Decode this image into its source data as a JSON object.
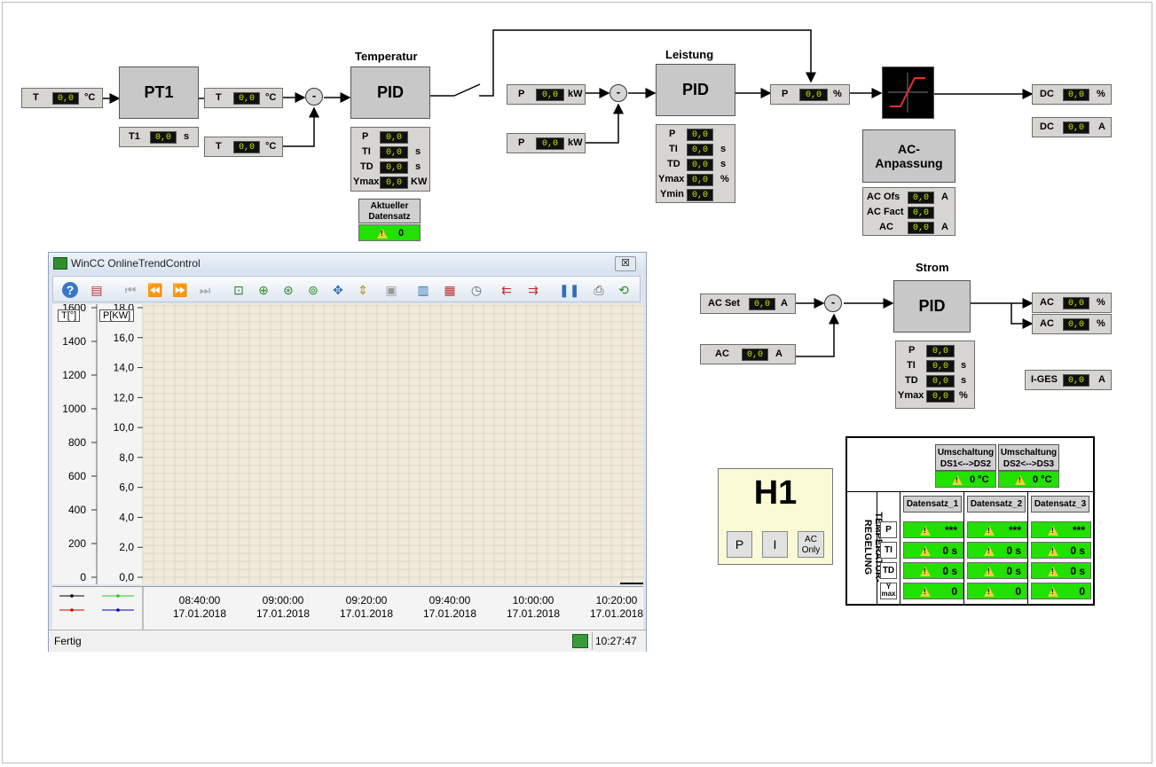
{
  "headings": {
    "temperatur": "Temperatur",
    "leistung": "Leistung",
    "strom": "Strom"
  },
  "common": {
    "val": "0,0",
    "deg": "°C",
    "s": "s",
    "kw": "kW",
    "KW": "KW",
    "pct": "%",
    "amp": "A",
    "minus": "-",
    "pid": "PID"
  },
  "input_t": {
    "label": "T"
  },
  "pt1": {
    "title": "PT1",
    "t1": "T1"
  },
  "tout1": {
    "label": "T"
  },
  "tout2": {
    "label": "T"
  },
  "pid_temp": {
    "p": "P",
    "ti": "TI",
    "td": "TD",
    "ymax": "Ymax"
  },
  "aktueller": {
    "label": "Aktueller Datensatz",
    "value": "0"
  },
  "p_in1": {
    "label": "P"
  },
  "p_in2": {
    "label": "P"
  },
  "pid_leistung": {
    "p": "P",
    "ti": "TI",
    "td": "TD",
    "ymax": "Ymax",
    "ymin": "Ymin"
  },
  "p_out": {
    "label": "P"
  },
  "dc1": {
    "label": "DC",
    "unit": "%"
  },
  "dc2": {
    "label": "DC",
    "unit": "A"
  },
  "ac_anpassung": {
    "title": "AC-\nAnpassung",
    "ofs": "AC Ofs",
    "fact": "AC Fact",
    "ac": "AC"
  },
  "ac_set": {
    "label": "AC Set"
  },
  "ac_in": {
    "label": "AC"
  },
  "pid_strom": {
    "p": "P",
    "ti": "TI",
    "td": "TD",
    "ymax": "Ymax"
  },
  "ac_out1": {
    "label": "AC"
  },
  "ac_out2": {
    "label": "AC"
  },
  "iges": {
    "label": "I-GES"
  },
  "trend": {
    "title": "WinCC OnlineTrendControl",
    "y1_label": "T[°]",
    "y2_label": "P[KW]",
    "y1_ticks": [
      "1600",
      "1400",
      "1200",
      "1000",
      "800",
      "600",
      "400",
      "200",
      "0"
    ],
    "y2_ticks": [
      "18,0",
      "16,0",
      "14,0",
      "12,0",
      "10,0",
      "8,0",
      "6,0",
      "4,0",
      "2,0",
      "0,0"
    ],
    "x_times": [
      "08:40:00",
      "09:00:00",
      "09:20:00",
      "09:40:00",
      "10:00:00",
      "10:20:00"
    ],
    "x_date": "17.01.2018",
    "status": "Fertig",
    "clock": "10:27:47",
    "close": "☒"
  },
  "h1": {
    "title": "H1",
    "btn_p": "P",
    "btn_i": "I",
    "btn_ac": "AC\nOnly"
  },
  "table": {
    "umschaltung1": "Umschaltung\nDS1<-->DS2",
    "umschaltung2": "Umschaltung\nDS2<-->DS3",
    "u_val": "0 °C",
    "cols": [
      "Datensatz_1",
      "Datensatz_2",
      "Datensatz_3"
    ],
    "side": "TEMPERATUR-\nREGELUNG",
    "rows": [
      {
        "key": "P",
        "cells": [
          "***",
          "***",
          "***"
        ]
      },
      {
        "key": "TI",
        "cells": [
          "0 s",
          "0 s",
          "0 s"
        ]
      },
      {
        "key": "TD",
        "cells": [
          "0 s",
          "0 s",
          "0 s"
        ]
      },
      {
        "key": "Y\nmax",
        "cells": [
          "0",
          "0",
          "0"
        ]
      }
    ]
  }
}
